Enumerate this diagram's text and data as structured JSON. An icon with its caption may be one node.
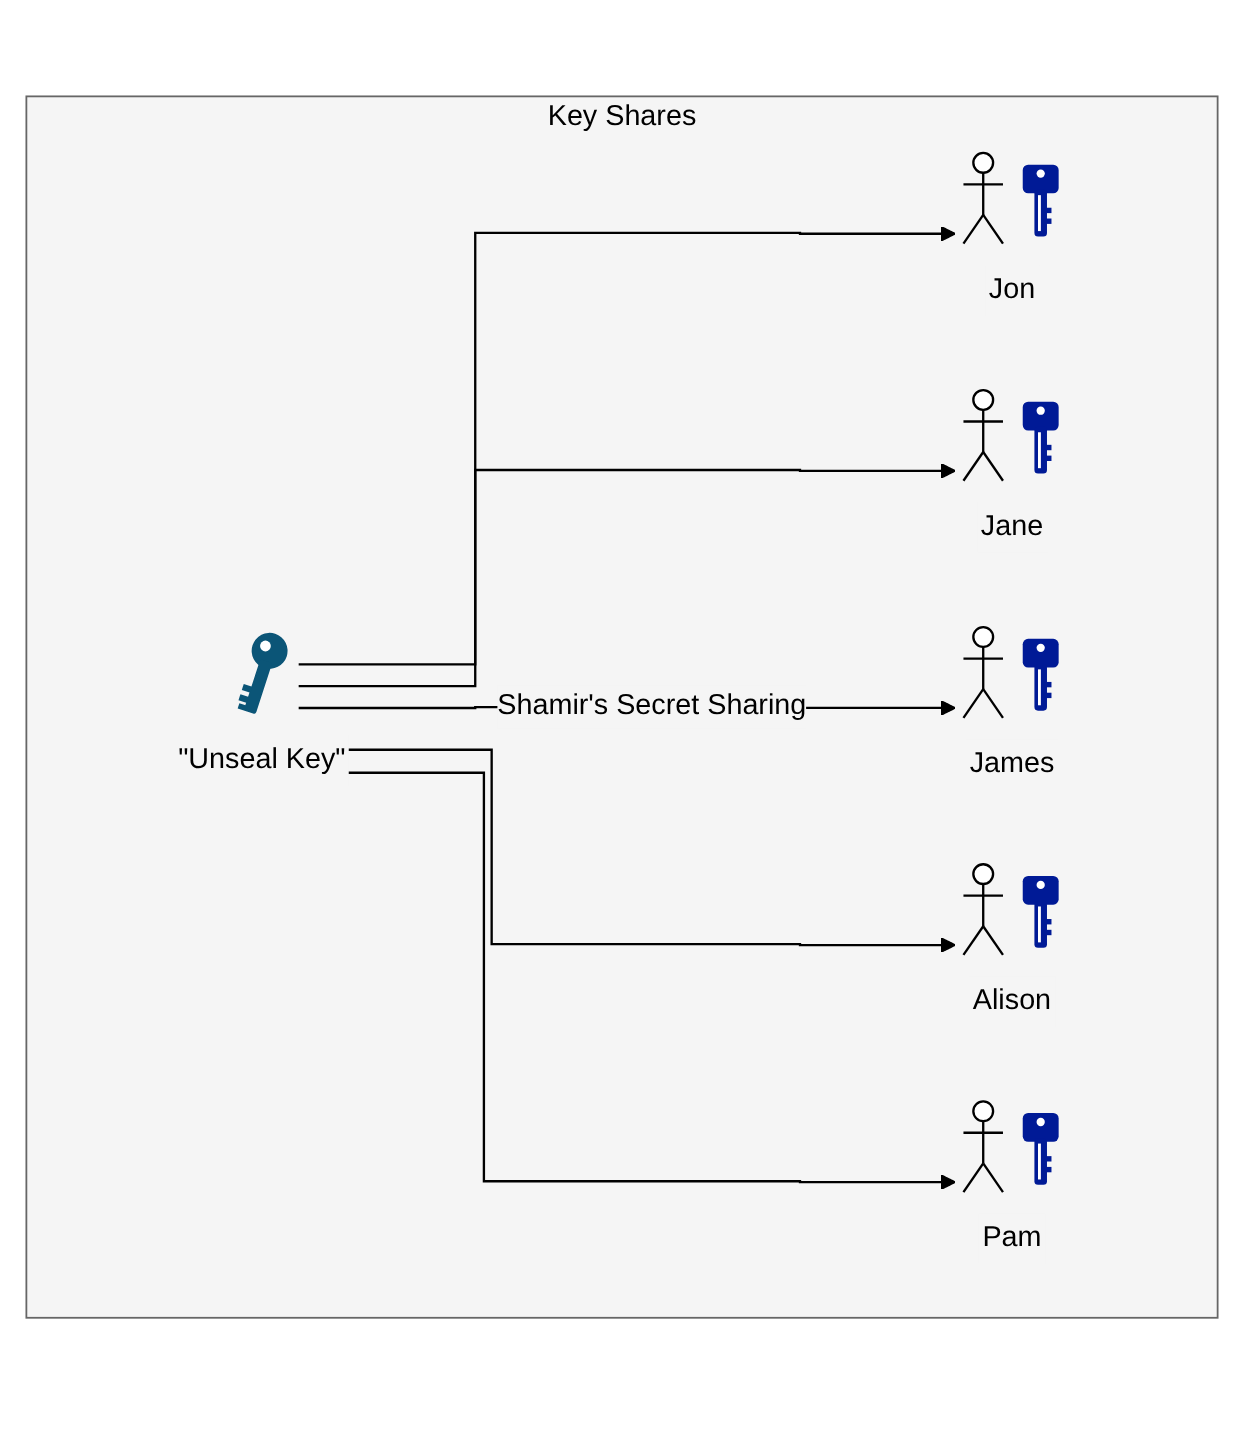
{
  "diagram": {
    "nodes": [
      {
        "text": [
          "Key Shares"
        ]
      },
      {
        "text": [
          "\"Unseal Key\""
        ],
        "in": 0
      },
      {
        "text": [
          "Jon"
        ],
        "in": 0
      },
      {
        "text": [
          "Jane"
        ],
        "in": 0
      },
      {
        "text": [
          "James"
        ],
        "in": 0
      },
      {
        "text": [
          "Alison"
        ],
        "in": 0
      },
      {
        "text": [
          "Pam"
        ],
        "in": 0
      }
    ],
    "edges": [
      {
        "from": 1,
        "to": 2,
        "arrow": "to"
      },
      {
        "from": 1,
        "to": 3,
        "arrow": "to"
      },
      {
        "from": 1,
        "to": 4,
        "arrow": "to",
        "label": "Shamir's Secret Sharing"
      },
      {
        "from": 1,
        "to": 5,
        "arrow": "to"
      },
      {
        "from": 1,
        "to": 6,
        "arrow": "to"
      }
    ]
  }
}
